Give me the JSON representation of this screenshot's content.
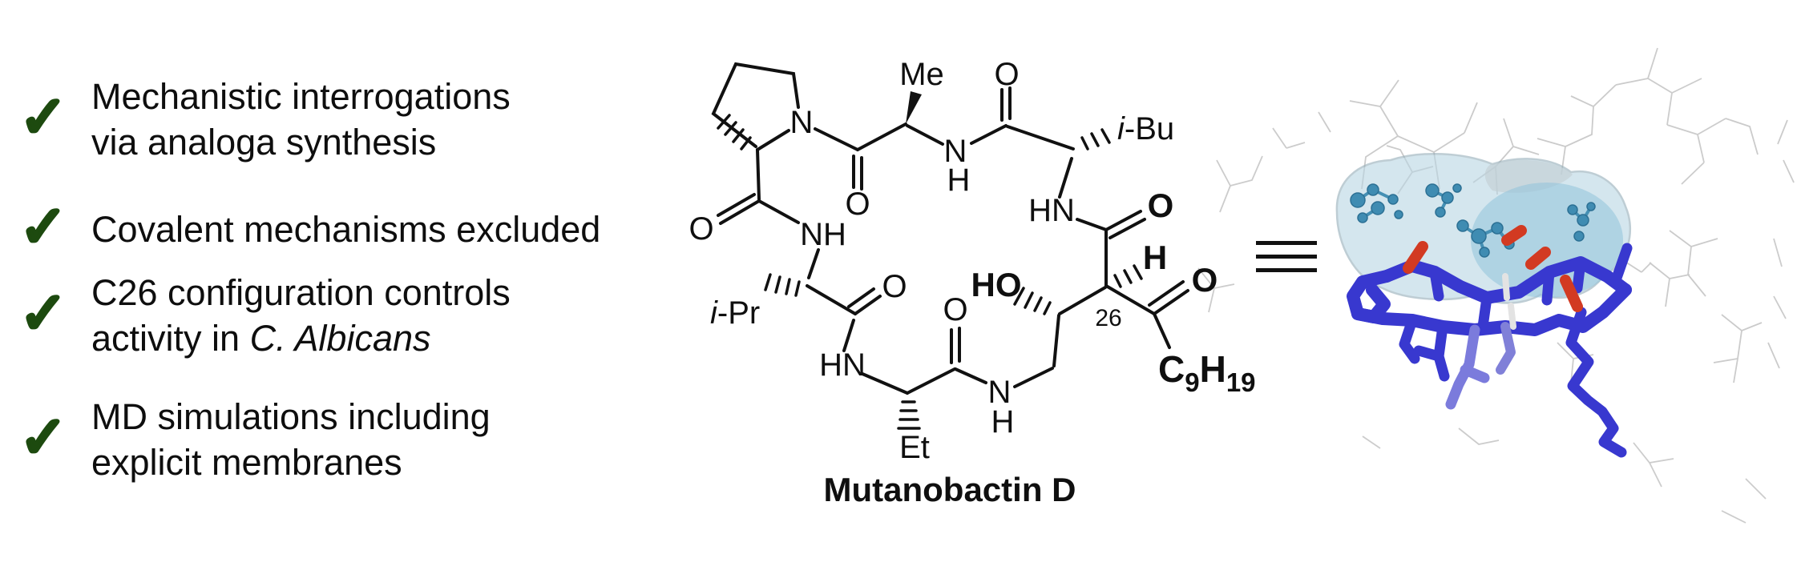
{
  "background_color": "#ffffff",
  "checklist": {
    "check_glyph": "✓",
    "check_color": "#1d4a0f",
    "items": [
      {
        "line1": "Mechanistic interrogations",
        "line2": "via analoga synthesis"
      },
      {
        "line1": "Covalent mechanisms excluded"
      },
      {
        "line1": "C26 configuration controls",
        "line2": "activity in",
        "line2_italic": "C. Albicans"
      },
      {
        "line1": "MD simulations including",
        "line2": "explicit membranes"
      }
    ]
  },
  "structure": {
    "title": "Mutanobactin D",
    "labels": {
      "me": "Me",
      "o_top": "O",
      "ibu_i": "i",
      "ibu_rest": "-Bu",
      "n_pro": "N",
      "n_ala_amide": "N",
      "h_ala_amide": "H",
      "o_ala_down": "O",
      "o_pro": "O",
      "nh_val": "NH",
      "ipr_i": "i",
      "ipr_rest": "-Pr",
      "o_val": "O",
      "hn_abu": "HN",
      "et": "Et",
      "o_abu": "O",
      "n_backbone": "N",
      "h_backbone": "H",
      "ho": "HO",
      "hn_leu": "HN",
      "o_amide": "O",
      "h_c26": "H",
      "c26_number": "26",
      "o_ketone": "O",
      "chain_c": "C",
      "chain_9": "9",
      "chain_h": "H",
      "chain_19": "19"
    }
  },
  "icons": {
    "equivalence": "≡"
  },
  "render3d": {
    "colors": {
      "surface": "#aecfe0",
      "surface_atoms": "#3f8cb2",
      "peptide_blue": "#3838cf",
      "oxygen_red": "#d23a22",
      "hydrogen_white": "#e3e3e3",
      "membrane_wireframe": "#c6c6c6"
    }
  }
}
